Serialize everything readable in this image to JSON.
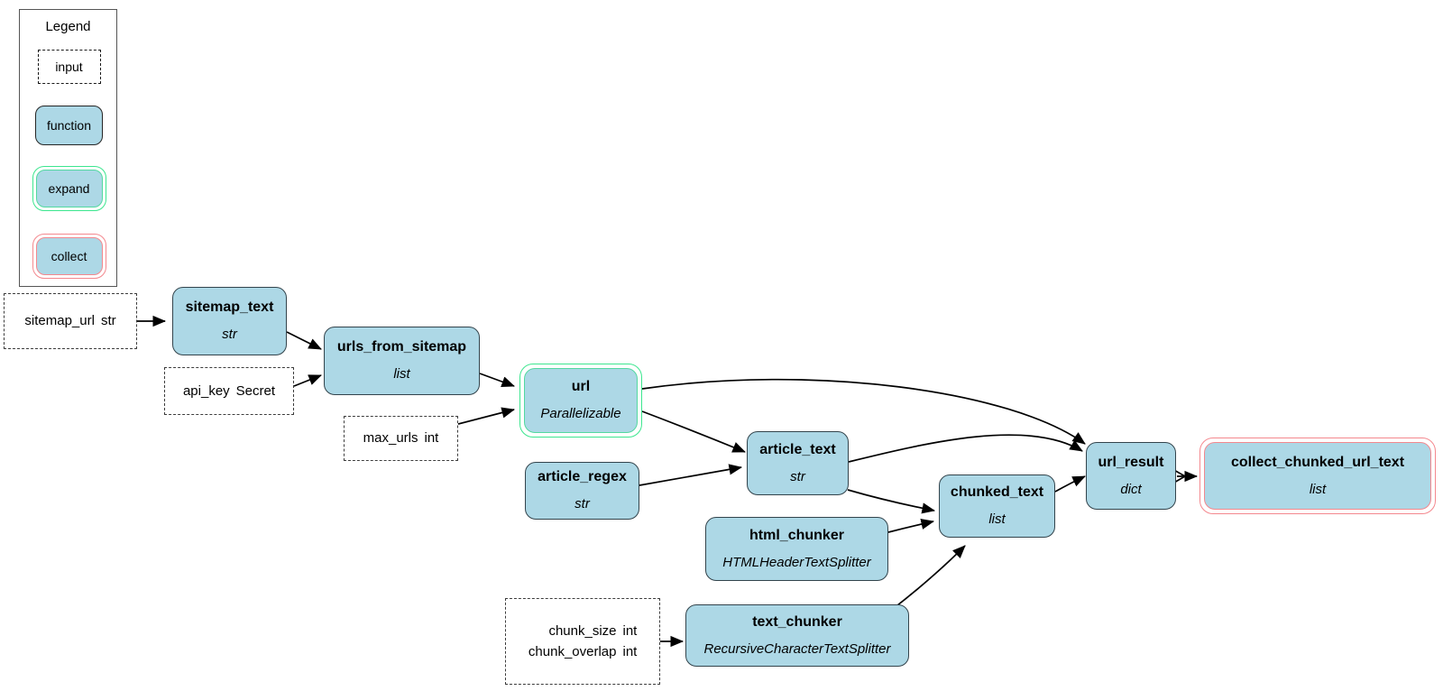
{
  "legend": {
    "title": "Legend",
    "items": [
      {
        "key": "input",
        "label": "input",
        "style": "dashed-input"
      },
      {
        "key": "function",
        "label": "function",
        "style": "solid-node"
      },
      {
        "key": "expand",
        "label": "expand",
        "style": "green-ring"
      },
      {
        "key": "collect",
        "label": "collect",
        "style": "red-ring"
      }
    ]
  },
  "colors": {
    "node_fill": "#add8e6",
    "node_stroke": "#33444c",
    "expand_stroke": "#3ce68f",
    "collect_stroke": "#f4888e",
    "input_stroke": "#3d3d3d",
    "edge_stroke": "#000000",
    "background": "#ffffff"
  },
  "inputs": [
    {
      "id": "sitemap_url",
      "params": [
        {
          "name": "sitemap_url",
          "type": "str"
        }
      ]
    },
    {
      "id": "api_key",
      "params": [
        {
          "name": "api_key",
          "type": "Secret"
        }
      ]
    },
    {
      "id": "max_urls",
      "params": [
        {
          "name": "max_urls",
          "type": "int"
        }
      ]
    },
    {
      "id": "chunk_params",
      "params": [
        {
          "name": "chunk_size",
          "type": "int"
        },
        {
          "name": "chunk_overlap",
          "type": "int"
        }
      ]
    }
  ],
  "nodes": [
    {
      "id": "sitemap_text",
      "name": "sitemap_text",
      "type": "str",
      "kind": "function"
    },
    {
      "id": "urls_from_sitemap",
      "name": "urls_from_sitemap",
      "type": "list",
      "kind": "function"
    },
    {
      "id": "url",
      "name": "url",
      "type": "Parallelizable",
      "kind": "expand"
    },
    {
      "id": "article_regex",
      "name": "article_regex",
      "type": "str",
      "kind": "function"
    },
    {
      "id": "article_text",
      "name": "article_text",
      "type": "str",
      "kind": "function"
    },
    {
      "id": "html_chunker",
      "name": "html_chunker",
      "type": "HTMLHeaderTextSplitter",
      "kind": "function"
    },
    {
      "id": "text_chunker",
      "name": "text_chunker",
      "type": "RecursiveCharacterTextSplitter",
      "kind": "function"
    },
    {
      "id": "chunked_text",
      "name": "chunked_text",
      "type": "list",
      "kind": "function"
    },
    {
      "id": "url_result",
      "name": "url_result",
      "type": "dict",
      "kind": "function"
    },
    {
      "id": "collect_chunked_url_text",
      "name": "collect_chunked_url_text",
      "type": "list",
      "kind": "collect"
    }
  ],
  "edges": [
    {
      "from": "sitemap_url",
      "to": "sitemap_text"
    },
    {
      "from": "sitemap_text",
      "to": "urls_from_sitemap"
    },
    {
      "from": "api_key",
      "to": "urls_from_sitemap"
    },
    {
      "from": "urls_from_sitemap",
      "to": "url"
    },
    {
      "from": "max_urls",
      "to": "url"
    },
    {
      "from": "url",
      "to": "article_text"
    },
    {
      "from": "url",
      "to": "url_result"
    },
    {
      "from": "article_regex",
      "to": "article_text"
    },
    {
      "from": "article_text",
      "to": "chunked_text"
    },
    {
      "from": "article_text",
      "to": "url_result"
    },
    {
      "from": "html_chunker",
      "to": "chunked_text"
    },
    {
      "from": "chunk_params",
      "to": "text_chunker"
    },
    {
      "from": "text_chunker",
      "to": "chunked_text"
    },
    {
      "from": "chunked_text",
      "to": "url_result"
    },
    {
      "from": "url_result",
      "to": "collect_chunked_url_text"
    }
  ]
}
